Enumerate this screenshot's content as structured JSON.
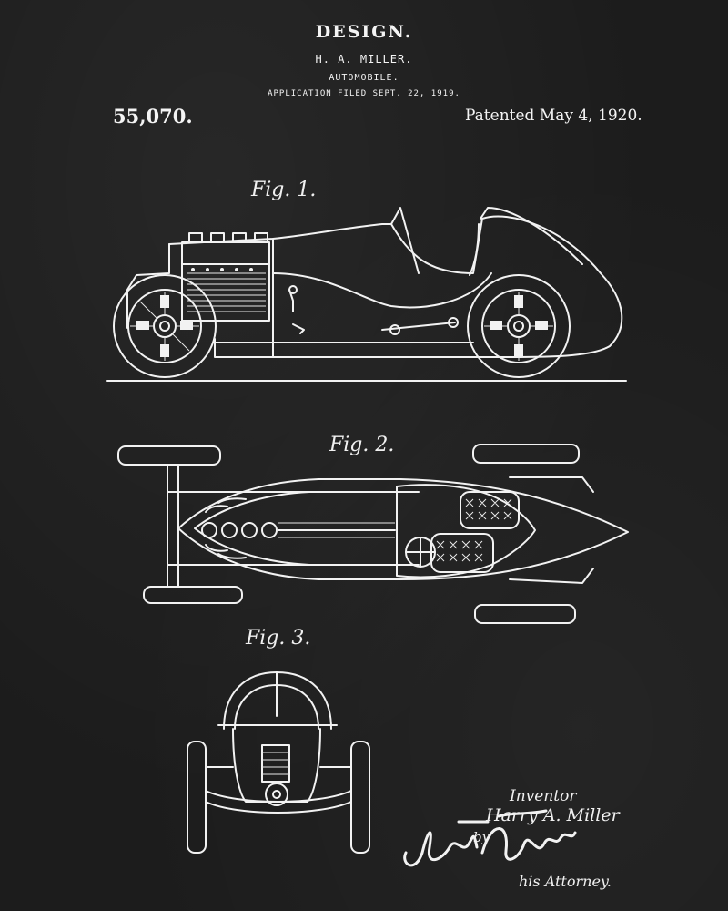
{
  "header": {
    "design": "DESIGN.",
    "inventor": "H. A. MILLER.",
    "invention": "AUTOMOBILE.",
    "filed": "APPLICATION FILED SEPT. 22, 1919.",
    "patent_number": "55,070.",
    "patent_date": "Patented May 4, 1920."
  },
  "figures": {
    "fig1": "Fig. 1.",
    "fig2": "Fig. 2.",
    "fig3": "Fig. 3."
  },
  "footer": {
    "inventor_label": "Inventor",
    "inventor_name": "Harry A. Miller",
    "by": "by",
    "attorney_signature": "James T. Barkelew",
    "attorney_label": "his Attorney."
  },
  "colors": {
    "background": "#1c1c1c",
    "ink": "#f2f2f2"
  }
}
